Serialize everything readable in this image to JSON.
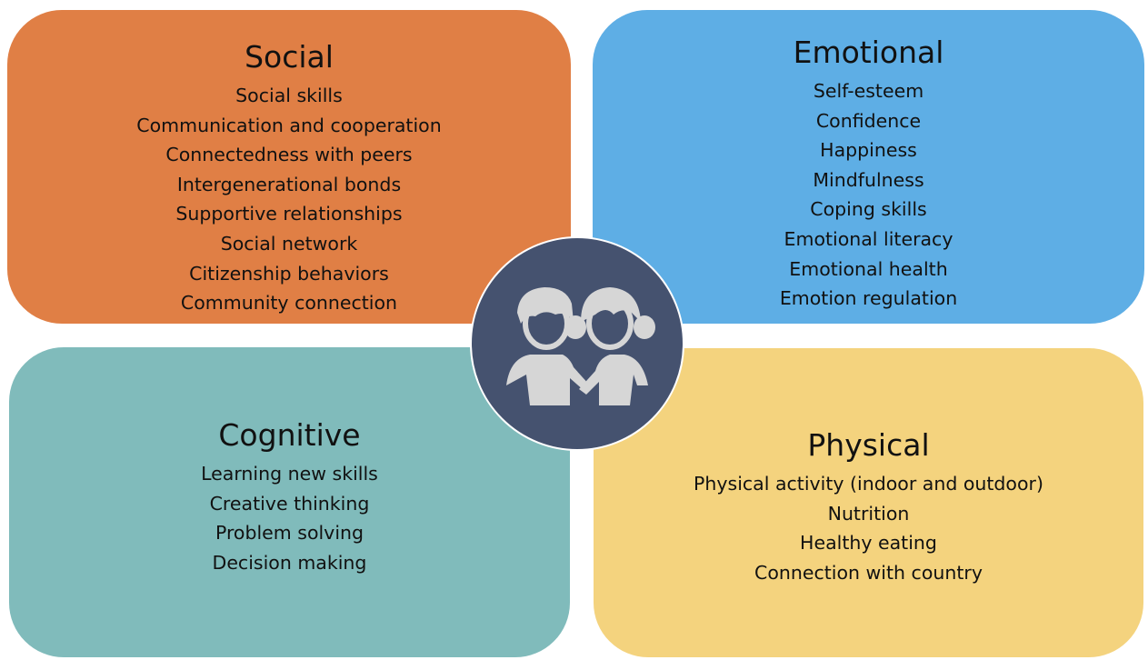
{
  "quadrants": {
    "social": {
      "title": "Social",
      "items": [
        "Social skills",
        "Communication and cooperation",
        "Connectedness with peers",
        "Intergenerational bonds",
        "Supportive relationships",
        "Social network",
        "Citizenship behaviors",
        "Community connection"
      ]
    },
    "emotional": {
      "title": "Emotional",
      "items": [
        "Self-esteem",
        "Confidence",
        "Happiness",
        "Mindfulness",
        "Coping skills",
        "Emotional literacy",
        "Emotional health",
        "Emotion regulation"
      ]
    },
    "cognitive": {
      "title": "Cognitive",
      "items": [
        "Learning new skills",
        "Creative thinking",
        "Problem solving",
        "Decision making"
      ]
    },
    "physical": {
      "title": "Physical",
      "items": [
        "Physical activity (indoor and outdoor)",
        "Nutrition",
        "Healthy eating",
        "Connection with country"
      ]
    }
  },
  "colors": {
    "social": "#e07f45",
    "emotional": "#5eaee5",
    "cognitive": "#80bbbb",
    "physical": "#f4d37e",
    "center": "#45526f",
    "icon": "#d6d6d6"
  },
  "center_icon": "children-holding-hands-icon"
}
